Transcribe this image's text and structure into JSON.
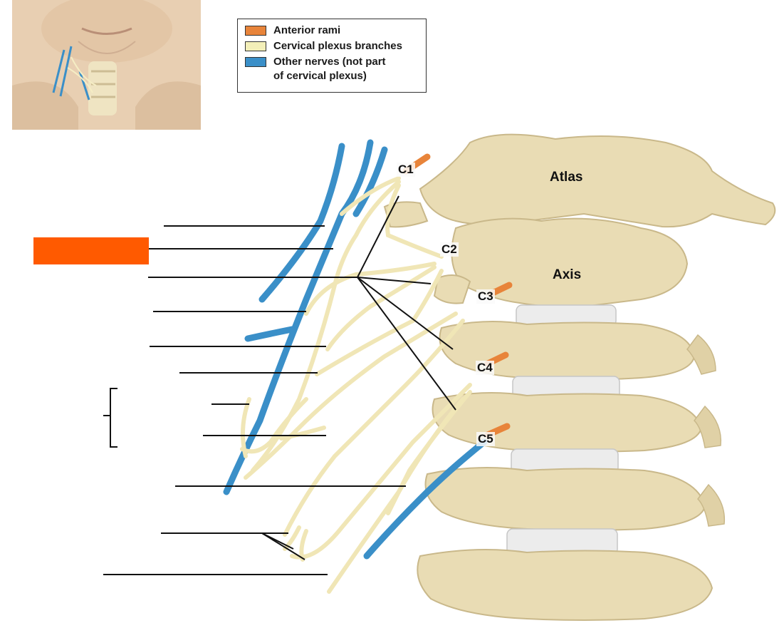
{
  "legend": {
    "items": [
      {
        "label": "Anterior rami",
        "color": "#e8843a"
      },
      {
        "label": "Cervical plexus branches",
        "color": "#f3efb8"
      },
      {
        "label": "Other nerves (not part\nof cervical plexus)",
        "color": "#3a8fc8"
      }
    ]
  },
  "vertebra_labels": {
    "c1": "C1",
    "c2": "C2",
    "c3": "C3",
    "c4": "C4",
    "c5": "C5"
  },
  "bone_labels": {
    "atlas": "Atlas",
    "axis": "Axis"
  },
  "colors": {
    "bone": "#e9dcb4",
    "bone_shadow": "#c9b88a",
    "nerve_branch": "#f0e6b6",
    "nerve_blue": "#3a8fc8",
    "rami_orange": "#e8843a",
    "disc": "#ececec",
    "redaction": "#ff5a00"
  }
}
